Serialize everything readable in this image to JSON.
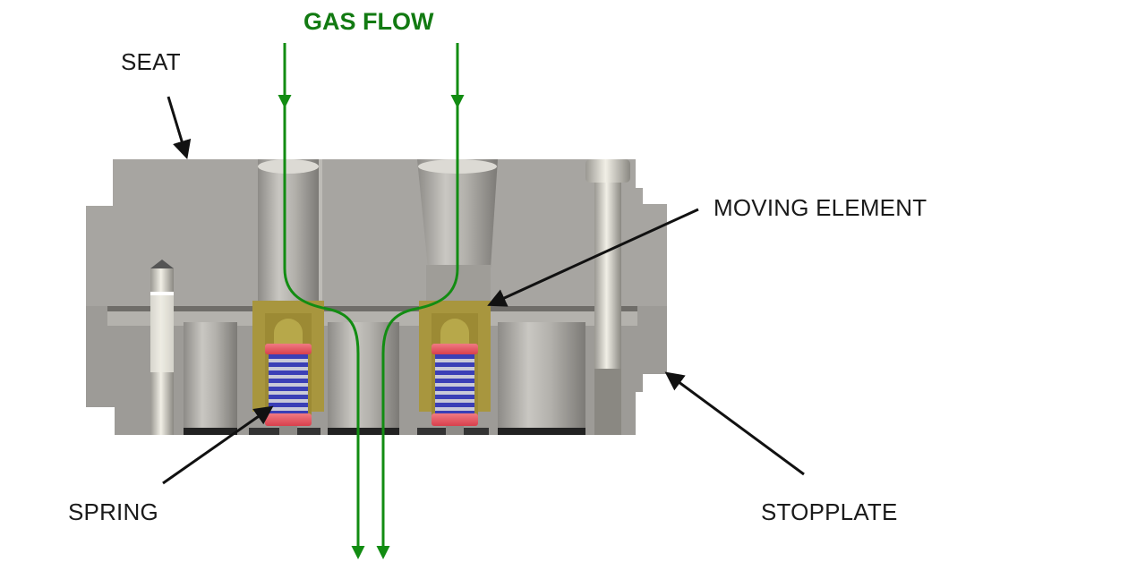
{
  "diagram": {
    "title": "GAS FLOW",
    "labels": {
      "seat": "SEAT",
      "moving_element": "MOVING ELEMENT",
      "spring": "SPRING",
      "stopplate": "STOPPLATE"
    },
    "colors": {
      "flow": "#128c12",
      "title": "#127a12",
      "body": "#a8a6a2",
      "body_dark": "#8e8c88",
      "moving_element": "#a8963e",
      "spring_coil": "#3b3fb6",
      "spring_cap": "#e04a55",
      "pin": "#d8d6cf",
      "arrow": "#111111"
    },
    "components": [
      "seat",
      "stopplate",
      "moving-element-left",
      "moving-element-right",
      "spring-left",
      "spring-right",
      "guide-pin-left",
      "bolt-right",
      "gas-flow-path-left",
      "gas-flow-path-right"
    ]
  }
}
